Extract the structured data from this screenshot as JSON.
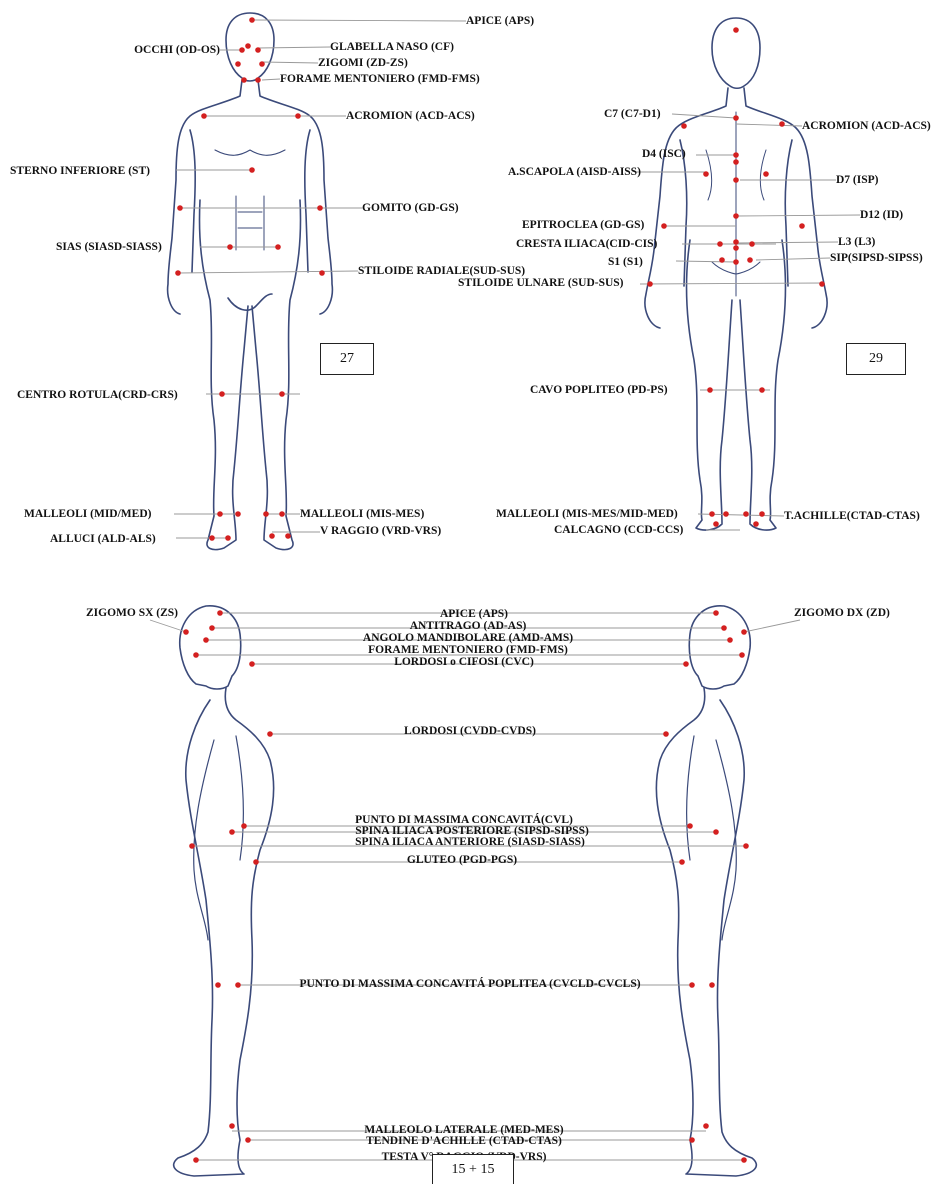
{
  "colors": {
    "outline": "#3b4a7a",
    "marker": "#d42020",
    "leader": "#9a9a9a",
    "text": "#111111"
  },
  "front_view": {
    "box_label": "27",
    "labels": {
      "apice": "APICE (APS)",
      "occhi": "OCCHI (OD-OS)",
      "glabella": "GLABELLA NASO (CF)",
      "zigomi": "ZIGOMI (ZD-ZS)",
      "forame": "FORAME MENTONIERO (FMD-FMS)",
      "acromion": "ACROMION (ACD-ACS)",
      "sterno": "STERNO INFERIORE (ST)",
      "gomito": "GOMITO (GD-GS)",
      "sias": "SIAS (SIASD-SIASS)",
      "stiloide_radiale": "STILOIDE RADIALE(SUD-SUS)",
      "centro_rotula": "CENTRO ROTULA(CRD-CRS)",
      "malleoli_med": "MALLEOLI (MID/MED)",
      "malleoli_mis": "MALLEOLI (MIS-MES)",
      "alluci": "ALLUCI (ALD-ALS)",
      "v_raggio": "V RAGGIO (VRD-VRS)"
    }
  },
  "back_view": {
    "box_label": "29",
    "labels": {
      "c7": "C7 (C7-D1)",
      "acromion": "ACROMION (ACD-ACS)",
      "d4": "D4 (ISC)",
      "scapola": "A.SCAPOLA (AISD-AISS)",
      "d7": "D7 (ISP)",
      "d12": "D12 (ID)",
      "epitroclea": "EPITROCLEA (GD-GS)",
      "cresta": "CRESTA ILIACA(CID-CIS)",
      "l3": "L3 (L3)",
      "s1": "S1 (S1)",
      "sip": "SIP(SIPSD-SIPSS)",
      "stiloide_ulnare": "STILOIDE ULNARE (SUD-SUS)",
      "cavo": "CAVO POPLITEO (PD-PS)",
      "malleoli": "MALLEOLI (MIS-MES/MID-MED)",
      "achille": "T.ACHILLE(CTAD-CTAS)",
      "calcagno": "CALCAGNO (CCD-CCS)"
    }
  },
  "side_view": {
    "box_label": "15 + 15",
    "labels": {
      "zigomo_sx": "ZIGOMO SX (ZS)",
      "zigomo_dx": "ZIGOMO DX (ZD)",
      "apice": "APICE (APS)",
      "antitrago": "ANTITRAGO (AD-AS)",
      "angolo": "ANGOLO MANDIBOLARE (AMD-AMS)",
      "forame": "FORAME MENTONIERO (FMD-FMS)",
      "lordosi_cifosi": "LORDOSI o CIFOSI (CVC)",
      "lordosi": "LORDOSI (CVDD-CVDS)",
      "concavita": "PUNTO DI MASSIMA CONCAVITÁ(CVL)",
      "spina_post": "SPINA ILIACA POSTERIORE (SIPSD-SIPSS)",
      "spina_ant": "SPINA ILIACA ANTERIORE (SIASD-SIASS)",
      "gluteo": "GLUTEO (PGD-PGS)",
      "poplitea": "PUNTO DI MASSIMA CONCAVITÁ POPLITEA (CVCLD-CVCLS)",
      "malleolo": "MALLEOLO LATERALE (MED-MES)",
      "tendine": "TENDINE D'ACHILLE (CTAD-CTAS)",
      "testa": "TESTA V° RAGGIO (VRD-VRS)"
    }
  }
}
